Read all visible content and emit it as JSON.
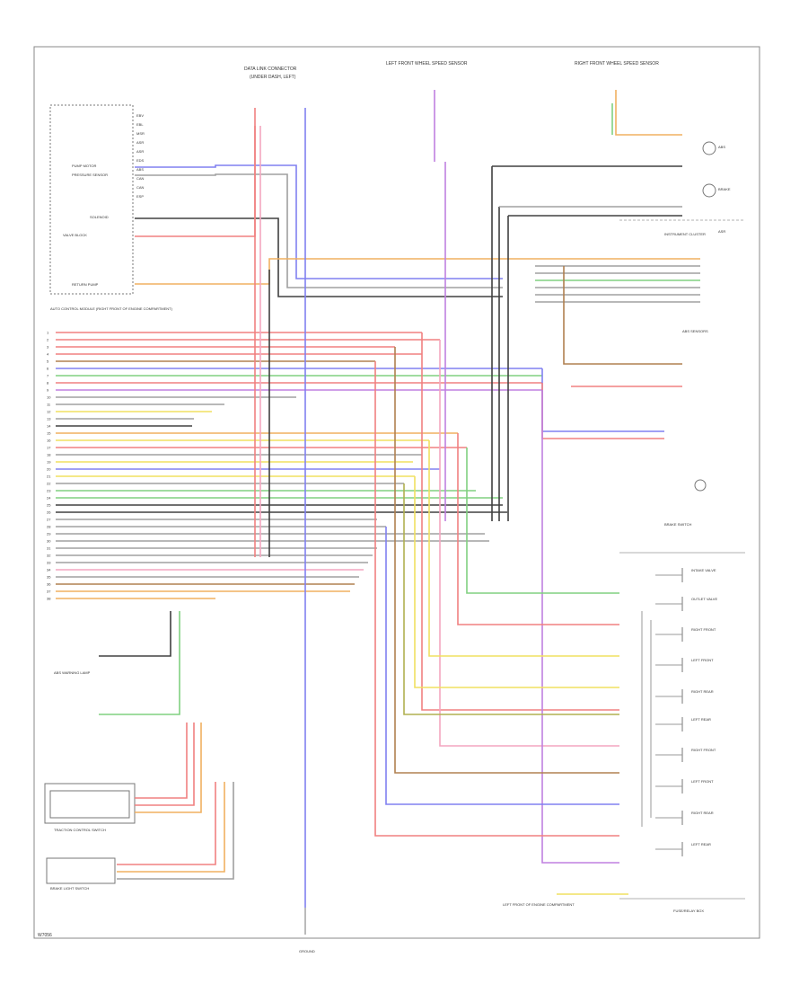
{
  "diagram": {
    "page_id": "W7056",
    "title_texts": {
      "data_link": "DATA LINK CONNECTOR",
      "data_link_sub": "(UNDER DASH, LEFT)",
      "lh_wheel_speed": "LEFT FRONT WHEEL SPEED SENSOR",
      "rh_wheel_speed": "RIGHT FRONT WHEEL SPEED SENSOR",
      "abs_control": "AUTO CONTROL MODULE (RIGHT FRONT OF ENGINE COMPARTMENT)",
      "instrument_cluster": "INSTRUMENT CLUSTER",
      "brake_switch": "BRAKE SWITCH",
      "sensors_block": "ABS SENSORS",
      "fuse_block": "FUSE/RELAY BOX",
      "ground": "GROUND",
      "bottom_right": "LEFT FRONT OF ENGINE COMPARTMENT",
      "traction_switch": "TRACTION CONTROL SWITCH",
      "brake_light_switch": "BRAKE LIGHT SWITCH",
      "warning_lamp": "ABS WARNING LAMP"
    },
    "left_module_pins": [
      "EBV",
      "EBL",
      "MSR",
      "ASR",
      "ASR",
      "EDS",
      "ABS",
      "CAN",
      "CAN",
      "ESP"
    ],
    "module_labels": [
      "PUMP MOTOR",
      "PRESSURE SENSOR",
      "SOLENOID",
      "VALVE BLOCK",
      "RETURN PUMP"
    ],
    "right_lamp_labels": [
      "ABS",
      "BRAKE",
      "ASR"
    ],
    "valve_labels": [
      "INTAKE VALVE",
      "OUTLET VALVE",
      "RIGHT FRONT",
      "LEFT FRONT",
      "RIGHT REAR",
      "LEFT REAR",
      "RIGHT FRONT",
      "LEFT FRONT",
      "RIGHT REAR",
      "LEFT REAR",
      "PUMP MOTOR"
    ],
    "wire_colors": {
      "red": "#f08080",
      "pink": "#f4a6c0",
      "blue": "#8080f0",
      "green": "#80d080",
      "black": "#404040",
      "gray": "#a0a0a0",
      "yellow": "#f0e060",
      "orange": "#f0b060",
      "brown": "#b08050",
      "violet": "#c080e0",
      "olive": "#b0b050"
    }
  }
}
